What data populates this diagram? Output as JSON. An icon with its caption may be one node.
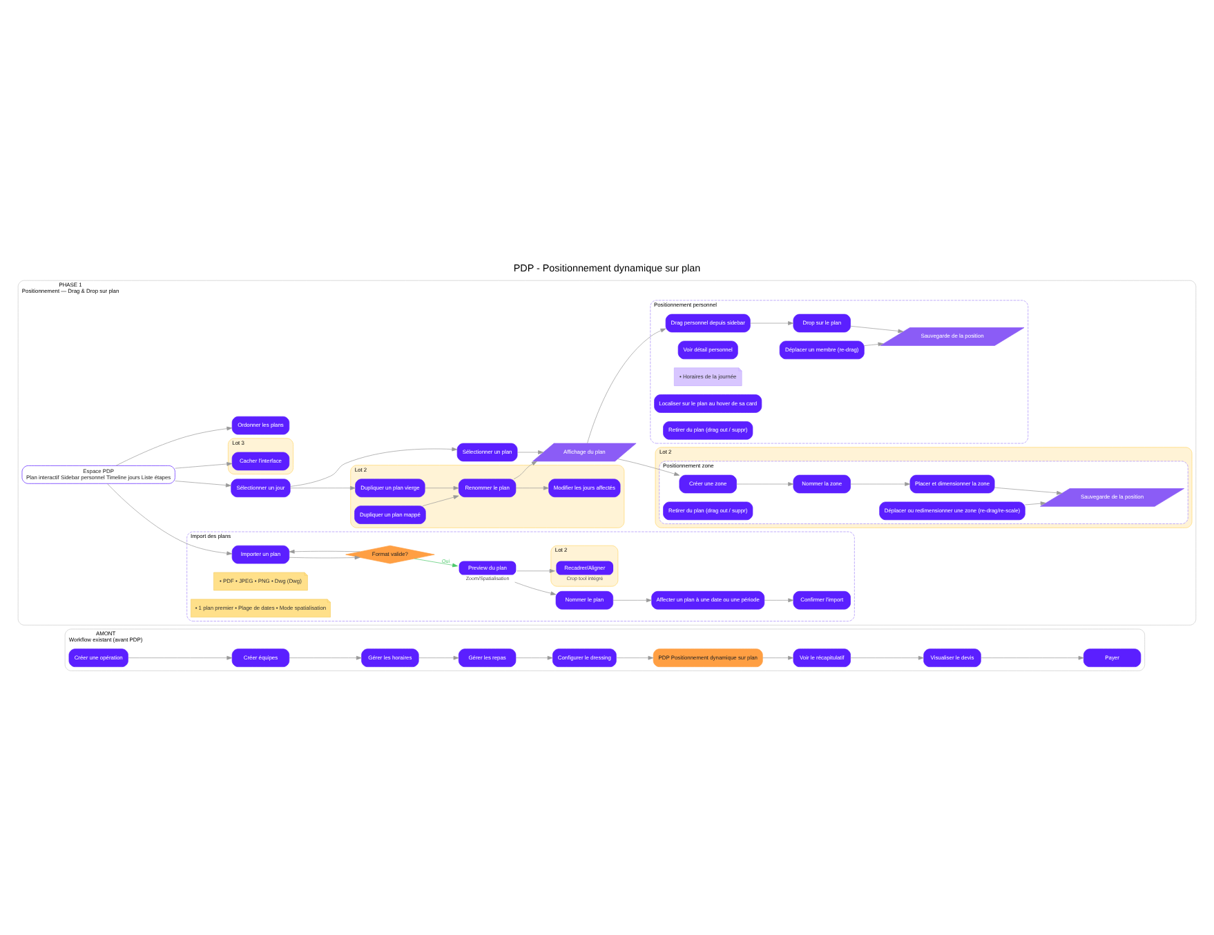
{
  "diagram": {
    "title": "PDP - Positionnement dynamique sur plan",
    "nodes": [
      {
        "text": [
          "AMONT",
          "Workflow existant (avant PDP)"
        ]
      },
      {
        "text": [
          "Créer une opération"
        ],
        "in": 0
      },
      {
        "text": [
          "Créer équipes"
        ],
        "in": 0
      },
      {
        "text": [
          "Gérer les horaires"
        ],
        "in": 0
      },
      {
        "text": [
          "Gérer les repas"
        ],
        "in": 0
      },
      {
        "text": [
          "Configurer le dressing"
        ],
        "in": 0
      },
      {
        "text": [
          "PDP Positionnement dynamique sur plan"
        ],
        "in": 0
      },
      {
        "text": [
          "Voir le récapitulatif"
        ],
        "in": 0
      },
      {
        "text": [
          "Visualiser le devis"
        ],
        "in": 0
      },
      {
        "text": [
          "Payer"
        ],
        "in": 0
      },
      {
        "text": [
          "PHASE 1",
          "Positionnement — Drag & Drop sur plan"
        ]
      },
      {
        "text": [
          "Espace PDP",
          "Plan interactif Sidebar personnel Timeline jours Liste étapes"
        ],
        "in": 10
      },
      {
        "text": [
          "Import des plans"
        ],
        "in": 10
      },
      {
        "text": [
          "Importer un plan"
        ],
        "in": 12
      },
      {
        "text": [
          "Format valide?"
        ],
        "in": 12
      },
      {
        "text": [
          "Preview du plan"
        ],
        "in": 12,
        "beside": [
          "Zoom/Spatialisation"
        ]
      },
      {
        "text": [
          "Nommer le plan"
        ],
        "in": 12
      },
      {
        "text": [
          "Lot 2"
        ],
        "in": 12
      },
      {
        "text": [
          "Recadrer/Aligner"
        ],
        "in": 17,
        "beside": [
          "Crop tool intégré"
        ]
      },
      {
        "text": [
          "Affecter un plan à une date ou une période"
        ],
        "in": 12
      },
      {
        "text": [
          "Confirmer l'import"
        ],
        "in": 12
      },
      {
        "text": [
          "• PDF • JPEG • PNG • Dwg (Dwg)"
        ],
        "in": 12
      },
      {
        "text": [
          "• 1 plan premier • Plage de dates • Mode spatialisation"
        ],
        "in": 12
      },
      {
        "text": [
          "Sélectionner un jour"
        ],
        "in": 10
      },
      {
        "text": [
          "Sélectionner un plan"
        ],
        "in": 10
      },
      {
        "text": [
          "Lot 3"
        ],
        "in": 10
      },
      {
        "text": [
          "Cacher l'interface"
        ],
        "in": 25
      },
      {
        "text": [
          "Ordonner les plans"
        ],
        "in": 10
      },
      {
        "text": [
          "Lot 2"
        ],
        "in": 10
      },
      {
        "text": [
          "Dupliquer un plan vierge"
        ],
        "in": 28
      },
      {
        "text": [
          "Dupliquer un plan mappé"
        ],
        "in": 28
      },
      {
        "text": [
          "Renommer le plan"
        ],
        "in": 28
      },
      {
        "text": [
          "Modifier les jours affectés"
        ],
        "in": 28
      },
      {
        "text": [
          "Affichage du plan"
        ],
        "in": 10
      },
      {
        "text": [
          "Positionnement personnel"
        ],
        "in": 10
      },
      {
        "text": [
          "Drag personnel depuis sidebar"
        ],
        "in": 34
      },
      {
        "text": [
          "Voir détail personnel"
        ],
        "in": 34
      },
      {
        "text": [
          "• Horaires de la journée"
        ],
        "in": 34
      },
      {
        "text": [
          "Drop sur le plan"
        ],
        "in": 34
      },
      {
        "text": [
          "Déplacer un membre (re-drag)"
        ],
        "in": 34
      },
      {
        "text": [
          "Localiser sur le plan au hover de sa card"
        ],
        "in": 34
      },
      {
        "text": [
          "Sauvegarde de la position"
        ],
        "in": 34
      },
      {
        "text": [
          "Retirer du plan (drag out / suppr)"
        ],
        "in": 34
      },
      {
        "text": [
          "Lot 2"
        ],
        "in": 10
      },
      {
        "text": [
          "Positionnement zone"
        ],
        "in": 43
      },
      {
        "text": [
          "Créer une zone"
        ],
        "in": 44
      },
      {
        "text": [
          "Nommer la zone"
        ],
        "in": 44
      },
      {
        "text": [
          "Placer et dimensionner la zone"
        ],
        "in": 44
      },
      {
        "text": [
          "Déplacer ou redimensionner une zone (re-drag/re-scale)"
        ],
        "in": 44
      },
      {
        "text": [
          "Sauvegarde de la position"
        ],
        "in": 44
      },
      {
        "text": [
          "Retirer du plan (drag out / suppr)"
        ],
        "in": 44
      }
    ],
    "edges": [
      {
        "from": 1,
        "to": 2,
        "arrow": "to"
      },
      {
        "from": 2,
        "to": 3,
        "arrow": "to"
      },
      {
        "from": 3,
        "to": 4,
        "arrow": "to"
      },
      {
        "from": 4,
        "to": 5,
        "arrow": "to"
      },
      {
        "from": 5,
        "to": 6,
        "arrow": "to"
      },
      {
        "from": 6,
        "to": 7,
        "arrow": "to"
      },
      {
        "from": 7,
        "to": 8,
        "arrow": "to"
      },
      {
        "from": 8,
        "to": 9,
        "arrow": "to"
      },
      {
        "from": 11,
        "to": 13,
        "arrow": "to"
      },
      {
        "from": 11,
        "to": 23,
        "arrow": "to"
      },
      {
        "from": 11,
        "to": 26,
        "arrow": "to"
      },
      {
        "from": 11,
        "to": 27,
        "arrow": "to"
      },
      {
        "from": 13,
        "to": 14,
        "arrow": "to"
      },
      {
        "from": 14,
        "to": 15,
        "arrow": "to",
        "label": "Oui",
        "color": "#4cc96a"
      },
      {
        "from": 14,
        "to": 13,
        "arrow": "to"
      },
      {
        "from": 15,
        "to": 16,
        "arrow": "to"
      },
      {
        "from": 15,
        "to": 18,
        "arrow": "to"
      },
      {
        "from": 16,
        "to": 19,
        "arrow": "to"
      },
      {
        "from": 19,
        "to": 20,
        "arrow": "to"
      },
      {
        "from": 23,
        "to": 24,
        "arrow": "to"
      },
      {
        "from": 23,
        "to": 29,
        "arrow": "to"
      },
      {
        "from": 24,
        "to": 33,
        "arrow": "to"
      },
      {
        "from": 29,
        "to": 31,
        "arrow": "to"
      },
      {
        "from": 30,
        "to": 31,
        "arrow": "to"
      },
      {
        "from": 31,
        "to": 32,
        "arrow": "to"
      },
      {
        "from": 31,
        "to": 33,
        "arrow": "to"
      },
      {
        "from": 33,
        "to": 35,
        "arrow": "to"
      },
      {
        "from": 33,
        "to": 45,
        "arrow": "to"
      },
      {
        "from": 35,
        "to": 38,
        "arrow": "to"
      },
      {
        "from": 38,
        "to": 41,
        "arrow": "to"
      },
      {
        "from": 39,
        "to": 41,
        "arrow": "to"
      },
      {
        "from": 45,
        "to": 46,
        "arrow": "to"
      },
      {
        "from": 46,
        "to": 47,
        "arrow": "to"
      },
      {
        "from": 47,
        "to": 49,
        "arrow": "to"
      },
      {
        "from": 48,
        "to": 49,
        "arrow": "to"
      }
    ]
  }
}
